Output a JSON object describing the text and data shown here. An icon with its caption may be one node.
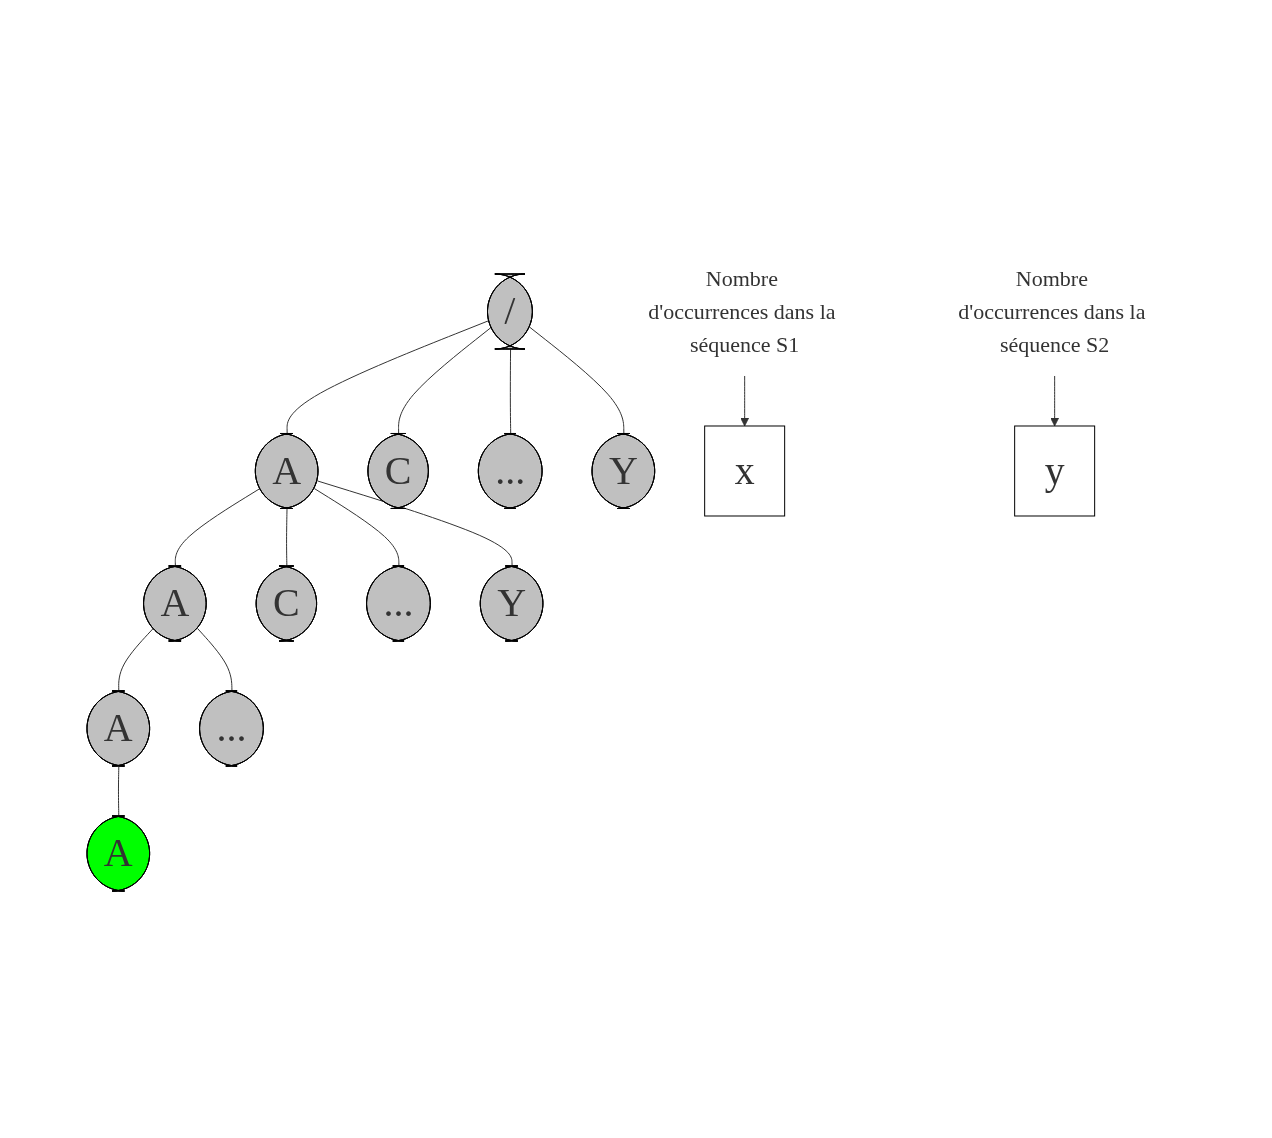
{
  "diagram": {
    "nodes": [
      {
        "text": [
          "/"
        ]
      },
      {
        "text": [
          "A"
        ]
      },
      {
        "text": [
          "C"
        ]
      },
      {
        "text": [
          "..."
        ]
      },
      {
        "text": [
          "Y"
        ]
      },
      {
        "text": [
          "A"
        ]
      },
      {
        "text": [
          "C"
        ]
      },
      {
        "text": [
          "..."
        ]
      },
      {
        "text": [
          "Y"
        ]
      },
      {
        "text": [
          "A"
        ]
      },
      {
        "text": [
          "..."
        ]
      },
      {
        "text": [
          "A"
        ]
      },
      {
        "text": [
          "x"
        ]
      },
      {
        "text": [
          "y"
        ]
      },
      {
        "text": [
          "Nombre d'occurrences dans la séquence S1"
        ]
      },
      {
        "text": [
          "Nombre d'occurrences dans la séquence S2"
        ]
      }
    ],
    "edges": [
      {
        "from": 0,
        "to": 1,
        "arrow": "none"
      },
      {
        "from": 0,
        "to": 2,
        "arrow": "none"
      },
      {
        "from": 0,
        "to": 3,
        "arrow": "none"
      },
      {
        "from": 0,
        "to": 4,
        "arrow": "none"
      },
      {
        "from": 1,
        "to": 5,
        "arrow": "none"
      },
      {
        "from": 1,
        "to": 6,
        "arrow": "none"
      },
      {
        "from": 1,
        "to": 7,
        "arrow": "none"
      },
      {
        "from": 1,
        "to": 8,
        "arrow": "none"
      },
      {
        "from": 5,
        "to": 9,
        "arrow": "none"
      },
      {
        "from": 5,
        "to": 10,
        "arrow": "none"
      },
      {
        "from": 9,
        "to": 11,
        "arrow": "none"
      },
      {
        "from": 14,
        "to": 12,
        "arrow": "to"
      },
      {
        "from": 15,
        "to": 13,
        "arrow": "to"
      }
    ]
  }
}
